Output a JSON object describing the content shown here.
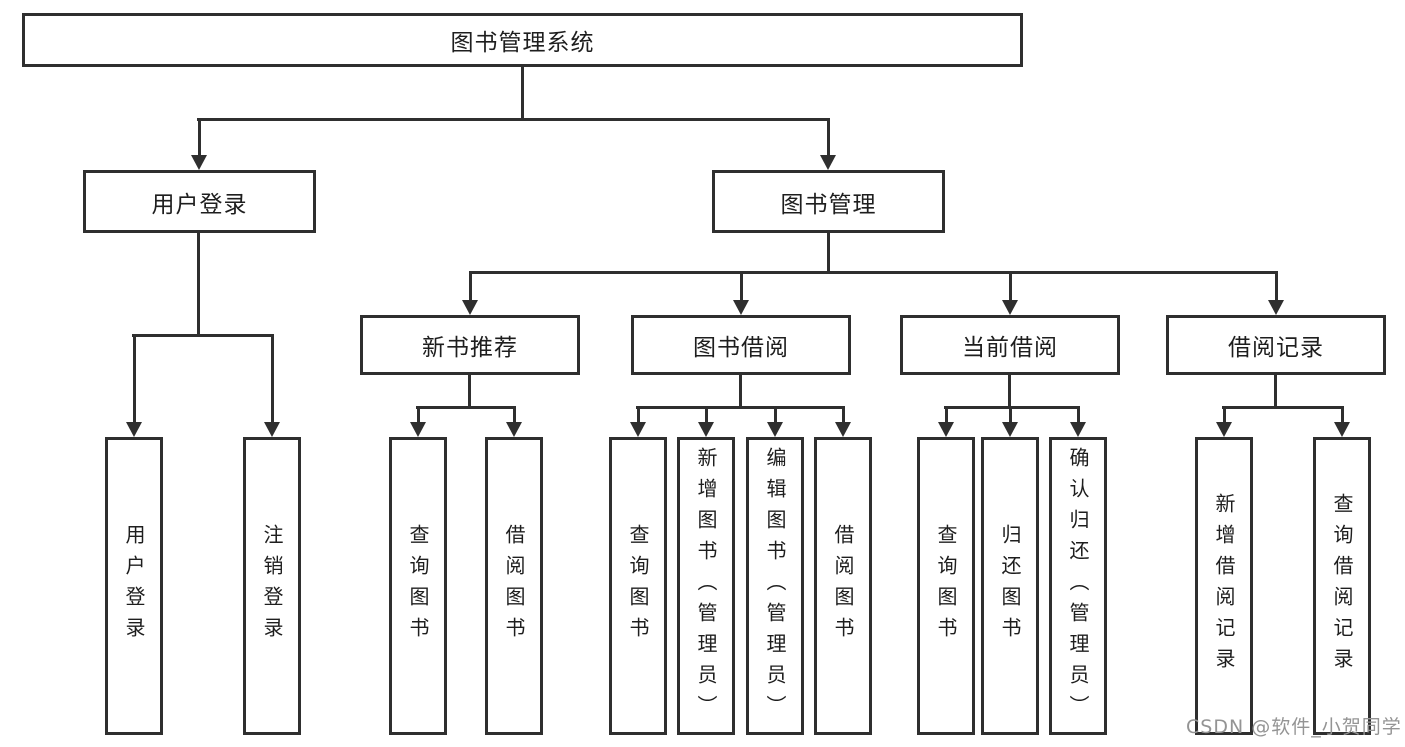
{
  "tree": {
    "root": "图书管理系统",
    "branches": [
      {
        "label": "用户登录",
        "children": [
          {
            "label": "用户登录"
          },
          {
            "label": "注销登录"
          }
        ]
      },
      {
        "label": "图书管理",
        "children": [
          {
            "label": "新书推荐",
            "children": [
              {
                "label": "查询图书"
              },
              {
                "label": "借阅图书"
              }
            ]
          },
          {
            "label": "图书借阅",
            "children": [
              {
                "label": "查询图书"
              },
              {
                "label": "新增图书（管理员）"
              },
              {
                "label": "编辑图书（管理员）"
              },
              {
                "label": "借阅图书"
              }
            ]
          },
          {
            "label": "当前借阅",
            "children": [
              {
                "label": "查询图书"
              },
              {
                "label": "归还图书"
              },
              {
                "label": "确认归还（管理员）"
              }
            ]
          },
          {
            "label": "借阅记录",
            "children": [
              {
                "label": "新增借阅记录"
              },
              {
                "label": "查询借阅记录"
              }
            ]
          }
        ]
      }
    ]
  },
  "watermark": {
    "text": "CSDN @软件_小贺同学"
  },
  "colors": {
    "line": "#2f2f2f",
    "text": "#1e1e1e",
    "watermark": "#949494",
    "background": "#ffffff"
  }
}
